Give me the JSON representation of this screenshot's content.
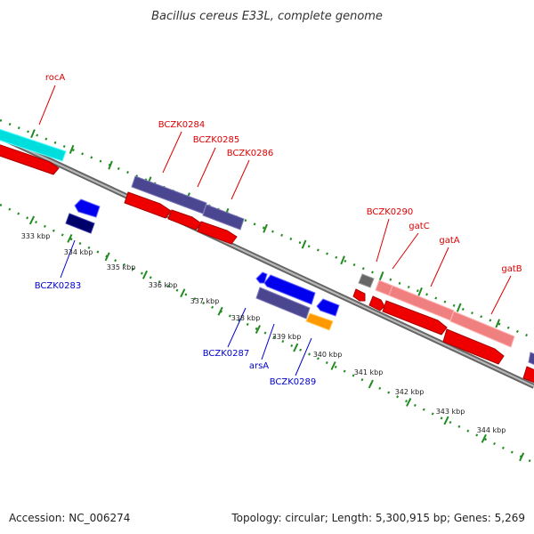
{
  "title": "Bacillus cereus E33L, complete genome",
  "footer": {
    "accession": "Accession: NC_006274",
    "topology": "Topology: circular; Length: 5,300,915 bp; Genes: 5,269"
  },
  "colors": {
    "forward_label": "#dd0000",
    "reverse_label": "#0000cc",
    "backbone": "#888888",
    "tick": "#228b22"
  },
  "tick_labels": [
    "333 kbp",
    "334 kbp",
    "335 kbp",
    "336 kbp",
    "337 kbp",
    "338 kbp",
    "339 kbp",
    "340 kbp",
    "341 kbp",
    "342 kbp",
    "343 kbp",
    "344 kbp"
  ],
  "forward_labels": [
    "rocA",
    "BCZK0284",
    "BCZK0285",
    "BCZK0286",
    "BCZK0290",
    "gatC",
    "gatA",
    "gatB"
  ],
  "reverse_labels": [
    "BCZK0283",
    "BCZK0287",
    "arsA",
    "BCZK0289"
  ]
}
